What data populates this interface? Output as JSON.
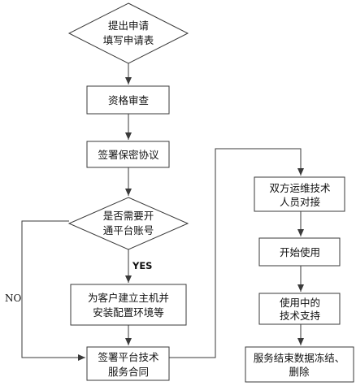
{
  "nodes": {
    "start": {
      "shape": "diamond",
      "lines": [
        "提出申请",
        "填写申请表"
      ]
    },
    "qualification": {
      "shape": "rect",
      "lines": [
        "资格审查"
      ]
    },
    "nda": {
      "shape": "rect",
      "lines": [
        "签署保密协议"
      ]
    },
    "decision": {
      "shape": "diamond",
      "lines": [
        "是否需要开",
        "通平台账号"
      ]
    },
    "setup": {
      "shape": "rect",
      "lines": [
        "为客户建立主机并",
        "安装配置环境等"
      ]
    },
    "contract": {
      "shape": "rect",
      "lines": [
        "签署平台技术",
        "服务合同"
      ]
    },
    "handover": {
      "shape": "rect",
      "lines": [
        "双方运维技术",
        "人员对接"
      ]
    },
    "start_use": {
      "shape": "rect",
      "lines": [
        "开始使用"
      ]
    },
    "support": {
      "shape": "rect",
      "lines": [
        "使用中的",
        "技术支持"
      ]
    },
    "end": {
      "shape": "rect",
      "lines": [
        "服务结束数据冻结、",
        "删除"
      ]
    }
  },
  "edge_labels": {
    "yes": "YES",
    "no": "NO"
  },
  "edges": [
    {
      "from": "start",
      "to": "qualification"
    },
    {
      "from": "qualification",
      "to": "nda"
    },
    {
      "from": "nda",
      "to": "decision"
    },
    {
      "from": "decision",
      "to": "setup",
      "label": "yes"
    },
    {
      "from": "decision",
      "to": "contract",
      "label": "no"
    },
    {
      "from": "setup",
      "to": "contract"
    },
    {
      "from": "contract",
      "to": "handover"
    },
    {
      "from": "handover",
      "to": "start_use"
    },
    {
      "from": "start_use",
      "to": "support"
    },
    {
      "from": "support",
      "to": "end"
    }
  ],
  "colors": {
    "line": "#3a3a3a",
    "fill": "#ffffff",
    "text": "#111111"
  }
}
